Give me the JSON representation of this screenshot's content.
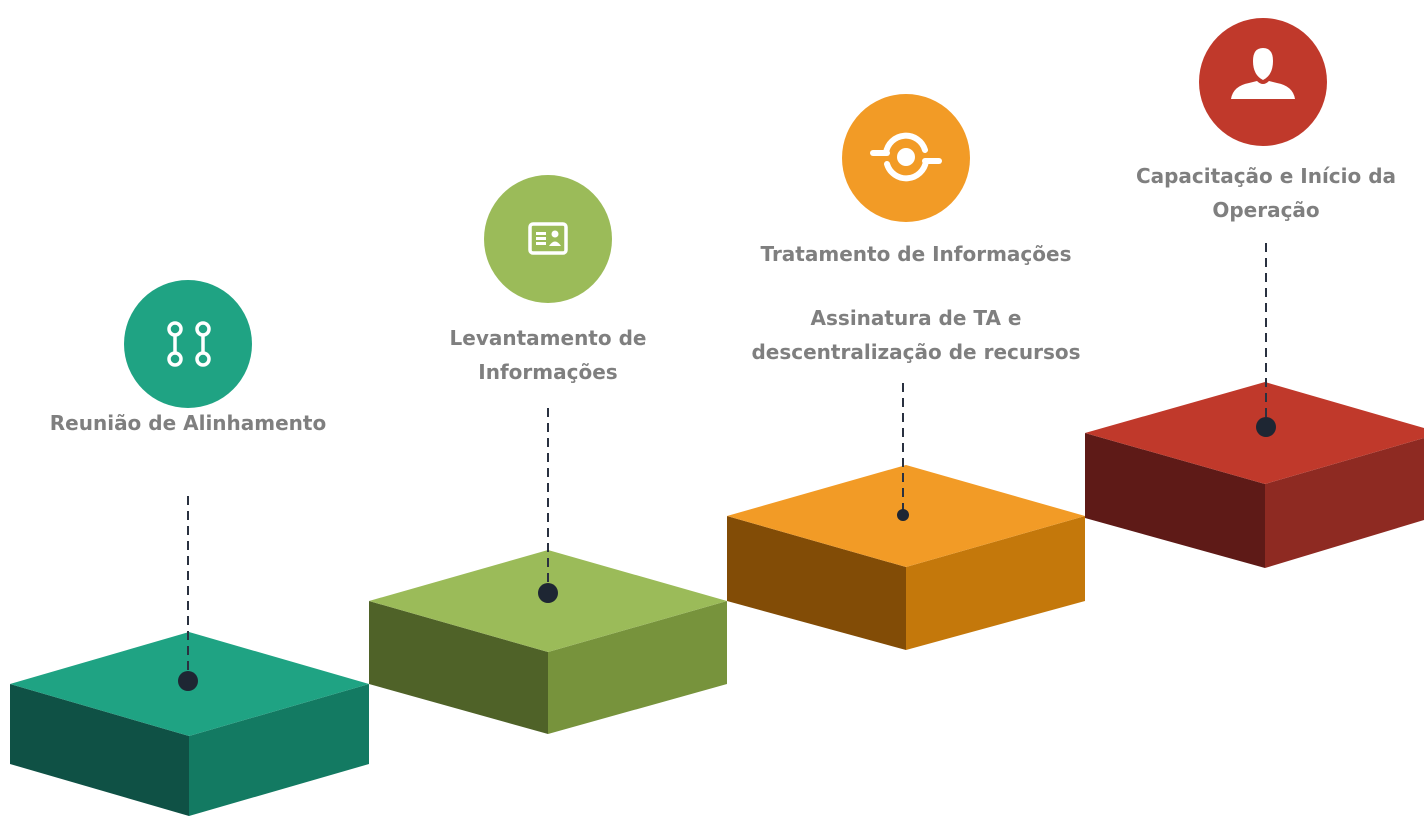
{
  "steps": [
    {
      "lines": [
        "Reunião de Alinhamento"
      ],
      "icon": "connection-icon",
      "colors": {
        "top": "#1fa383",
        "left": "#0f5145",
        "right": "#137a62"
      }
    },
    {
      "lines": [
        "Levantamento de",
        "Informações"
      ],
      "icon": "id-card-icon",
      "colors": {
        "top": "#9bbb59",
        "left": "#4f6228",
        "right": "#77933c"
      }
    },
    {
      "lines": [
        "Tratamento de Informações"
      ],
      "extra_lines": [
        "Assinatura de TA e",
        "descentralização de recursos"
      ],
      "icon": "sync-target-icon",
      "colors": {
        "top": "#f29b26",
        "left": "#824c06",
        "right": "#c4780b"
      }
    },
    {
      "lines": [
        "Capacitação e Início da",
        "Operação"
      ],
      "icon": "user-icon",
      "colors": {
        "top": "#c0392b",
        "left": "#5e1a17",
        "right": "#8e2a22"
      }
    }
  ],
  "colors": {
    "label": "#7f7f7f",
    "connector": "#2a3140",
    "teal": "#1fa383",
    "green": "#9bbb59",
    "orange": "#f29b26",
    "red": "#c0392b"
  }
}
